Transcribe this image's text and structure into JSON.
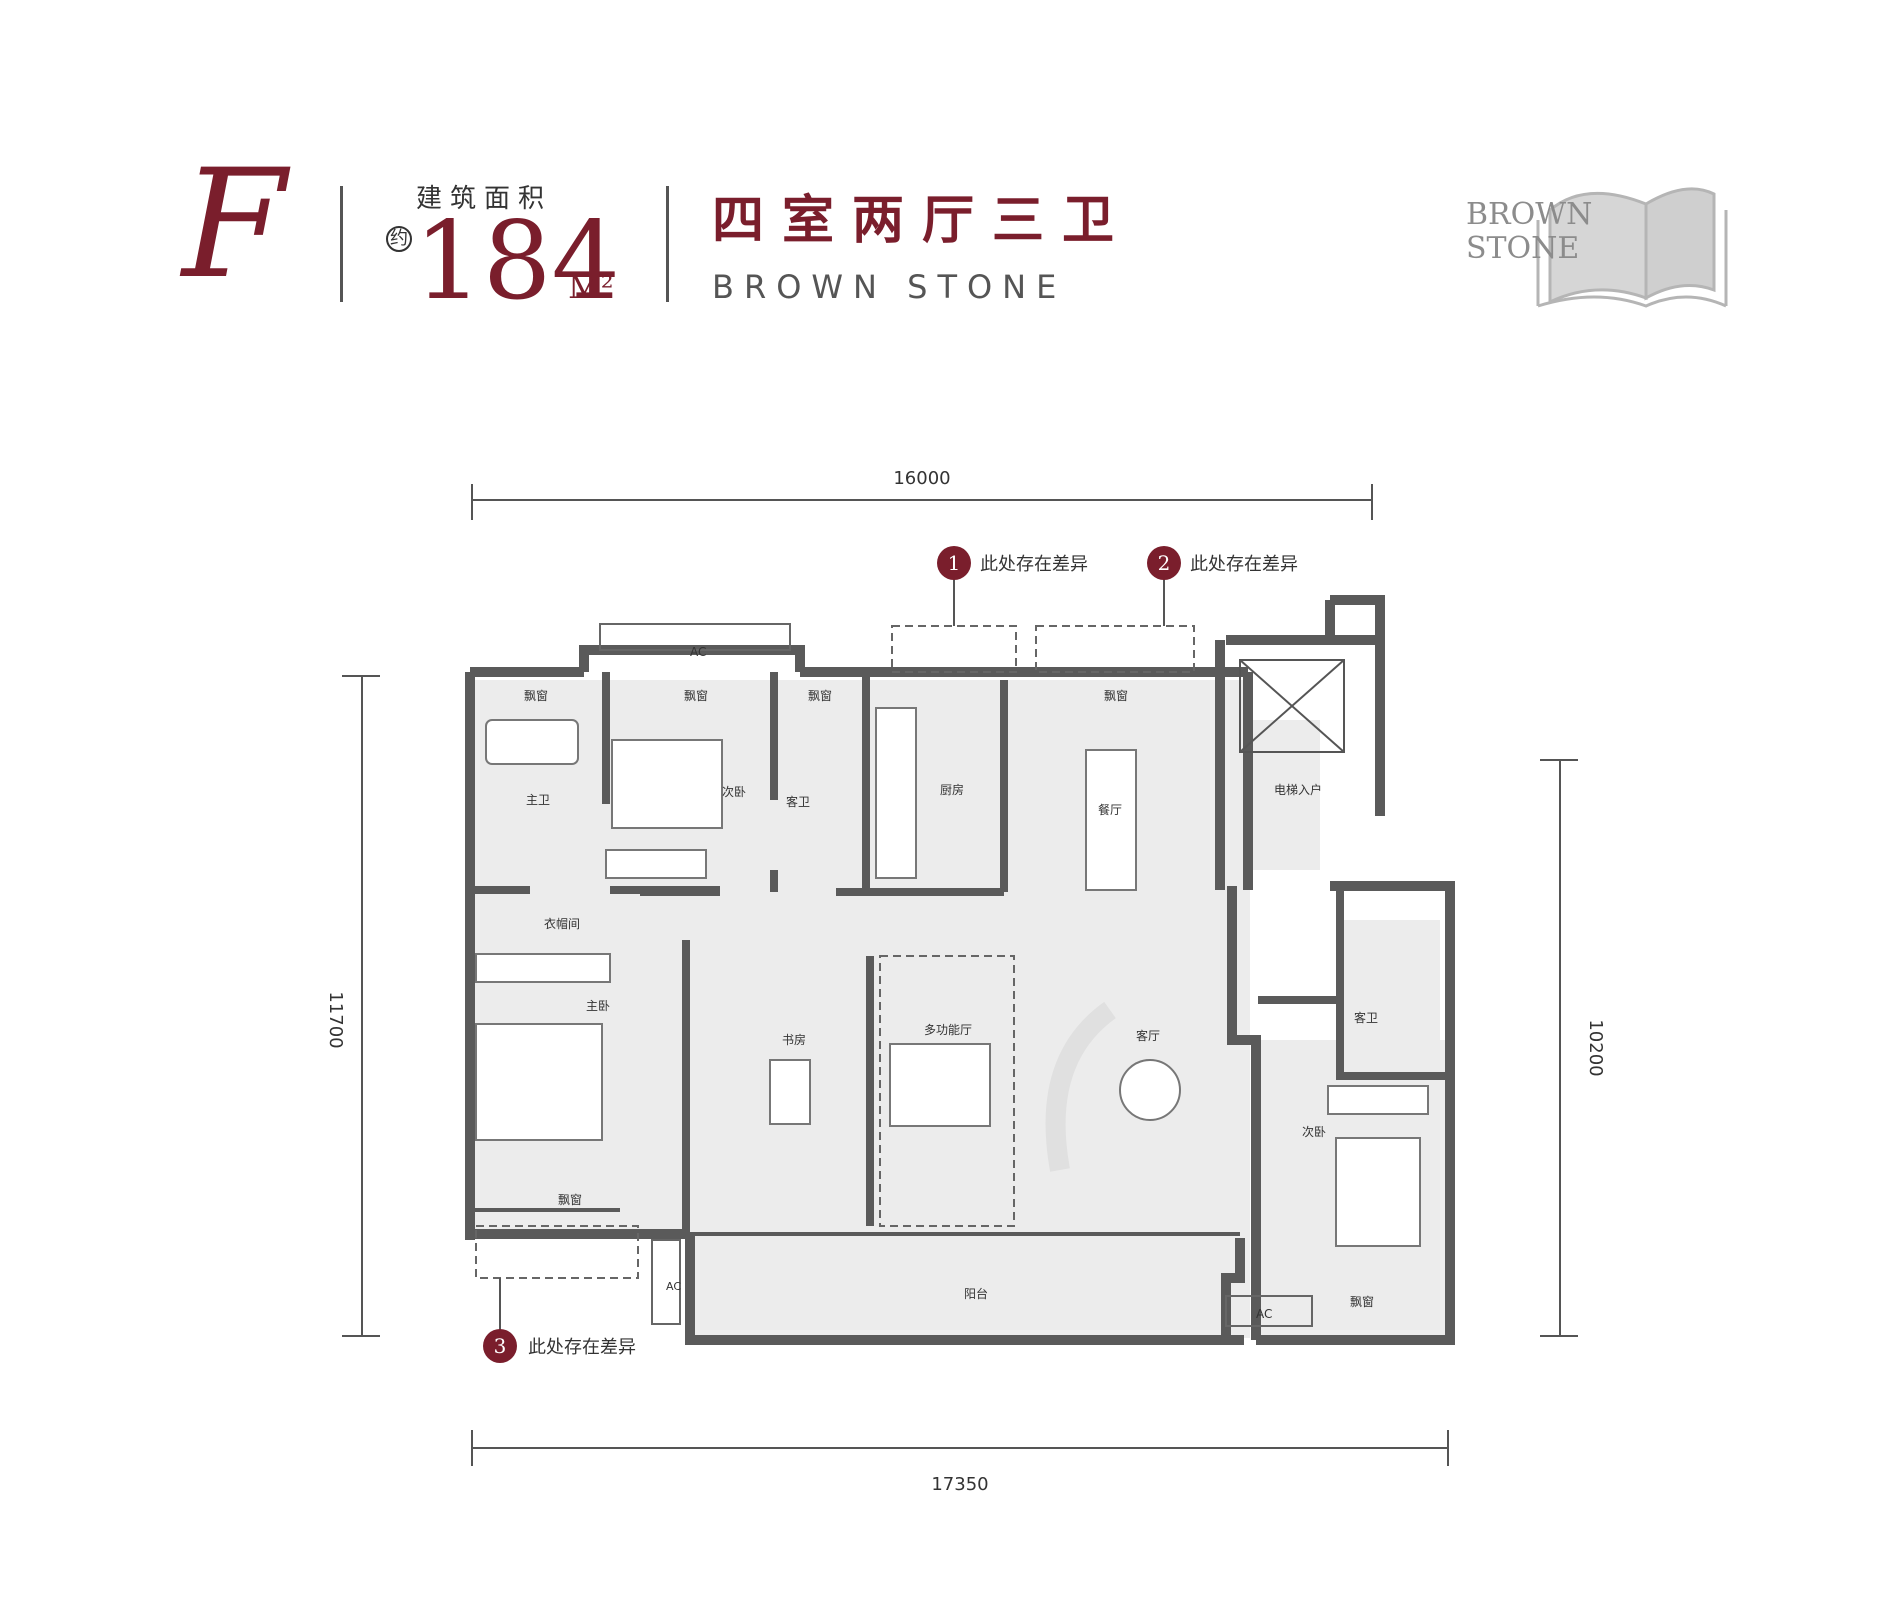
{
  "header": {
    "type_letter": "F",
    "area_label": "建筑面积",
    "area_approx": "约",
    "area_value": "184",
    "area_unit": "M²",
    "layout_title": "四室两厅三卫",
    "layout_subtitle": "BROWN STONE"
  },
  "logo": {
    "line1": "BROWN",
    "line2": "STONE"
  },
  "dimensions": {
    "top": "16000",
    "bottom": "17350",
    "left": "11700",
    "right": "10200"
  },
  "notes": [
    {
      "num": "1",
      "text": "此处存在差异"
    },
    {
      "num": "2",
      "text": "此处存在差异"
    },
    {
      "num": "3",
      "text": "此处存在差异"
    }
  ],
  "rooms": {
    "bay_window": "飘窗",
    "master_bath": "主卫",
    "second_bedroom": "次卧",
    "guest_bath": "客卫",
    "kitchen": "厨房",
    "dining": "餐厅",
    "elevator_entry": "电梯入户",
    "cloakroom": "衣帽间",
    "master_bedroom": "主卧",
    "study": "书房",
    "multi_function": "多功能厅",
    "living": "客厅",
    "balcony": "阳台",
    "ac": "AC"
  },
  "colors": {
    "accent": "#7a1e2c",
    "wall": "#5a5a5a",
    "floor": "#ececec"
  }
}
